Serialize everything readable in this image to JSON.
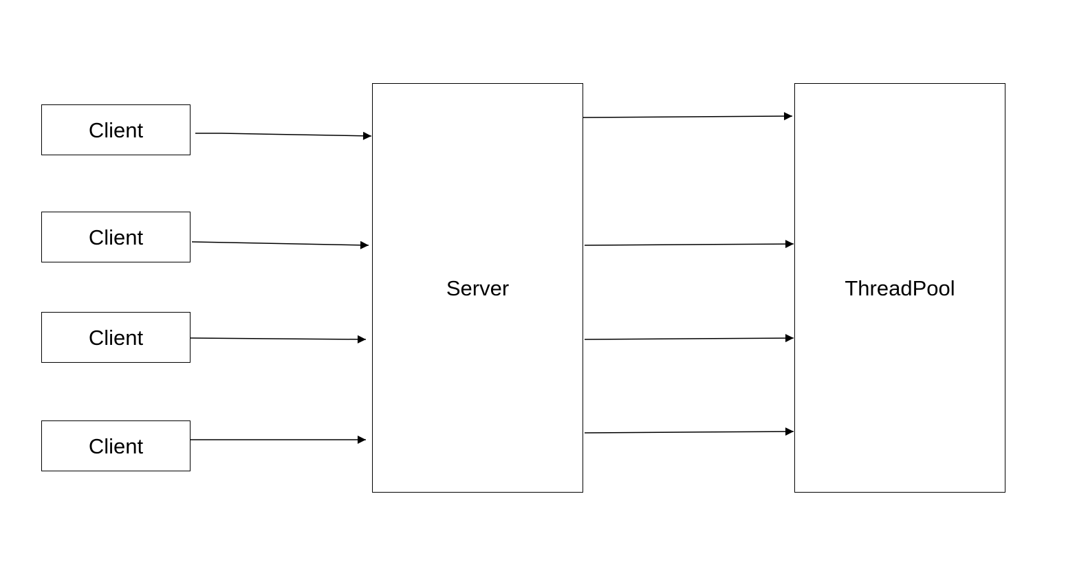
{
  "diagram": {
    "clients": [
      {
        "label": "Client"
      },
      {
        "label": "Client"
      },
      {
        "label": "Client"
      },
      {
        "label": "Client"
      }
    ],
    "server": {
      "label": "Server"
    },
    "threadpool": {
      "label": "ThreadPool"
    },
    "colors": {
      "stroke": "#000000",
      "background": "#ffffff"
    }
  }
}
